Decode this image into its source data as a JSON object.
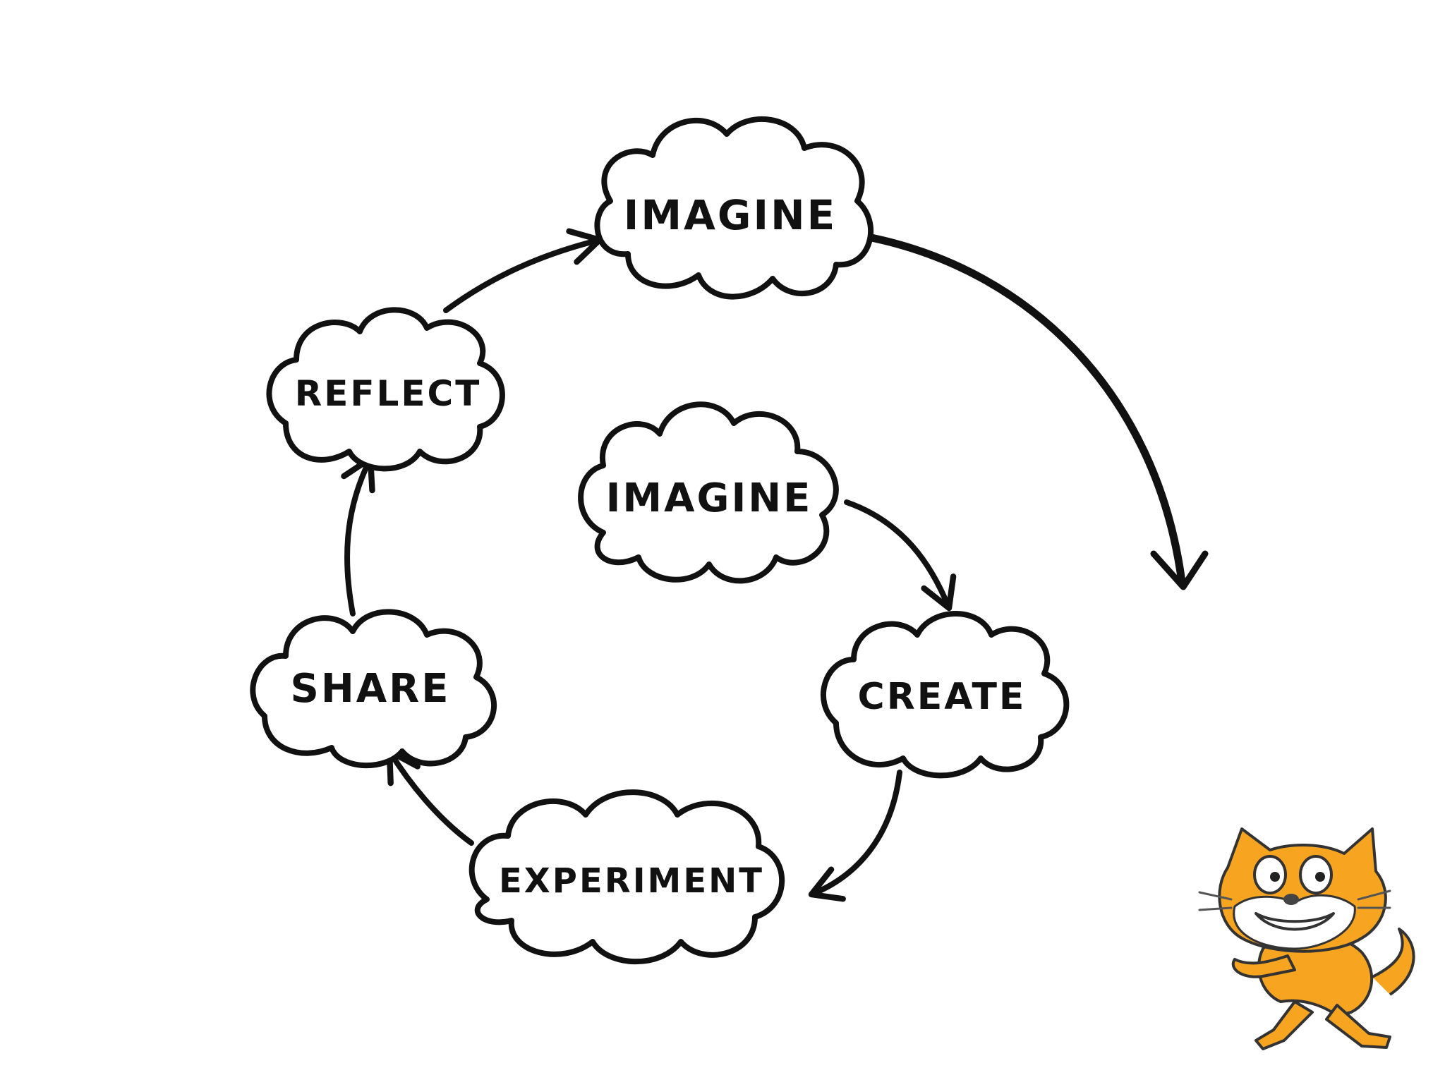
{
  "diagram": {
    "nodes": {
      "imagine_outer": "IMAGINE",
      "imagine_inner": "IMAGINE",
      "create": "CREATE",
      "experiment": "EXPERIMENT",
      "share": "SHARE",
      "reflect": "REFLECT"
    },
    "cycle_order": [
      "IMAGINE",
      "CREATE",
      "EXPERIMENT",
      "SHARE",
      "REFLECT",
      "IMAGINE"
    ]
  },
  "mascot": {
    "icon": "scratch-cat-icon"
  },
  "colors": {
    "ink": "#111111",
    "cat_orange": "#f7a521",
    "background": "#ffffff"
  }
}
